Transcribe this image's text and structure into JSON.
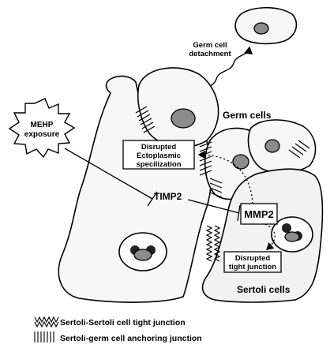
{
  "labels": {
    "germ_detachment_1": "Germ cell",
    "germ_detachment_2": "detachment",
    "germ_cells": "Germ cells",
    "mehp_1": "MEHP",
    "mehp_2": "exposure",
    "timp2": "TIMP2",
    "mmp2": "MMP2",
    "disrupted_es_1": "Disrupted",
    "disrupted_es_2": "Ectoplasmic",
    "disrupted_es_3": "specilization",
    "disrupted_tj_1": "Disrupted",
    "disrupted_tj_2": "tight junction",
    "sertoli_cells": "Sertoli cells"
  },
  "legend": {
    "tight_junction": "Sertoli-Sertoli cell tight junction",
    "anchoring_junction": "Sertoli-germ cell anchoring junction"
  }
}
